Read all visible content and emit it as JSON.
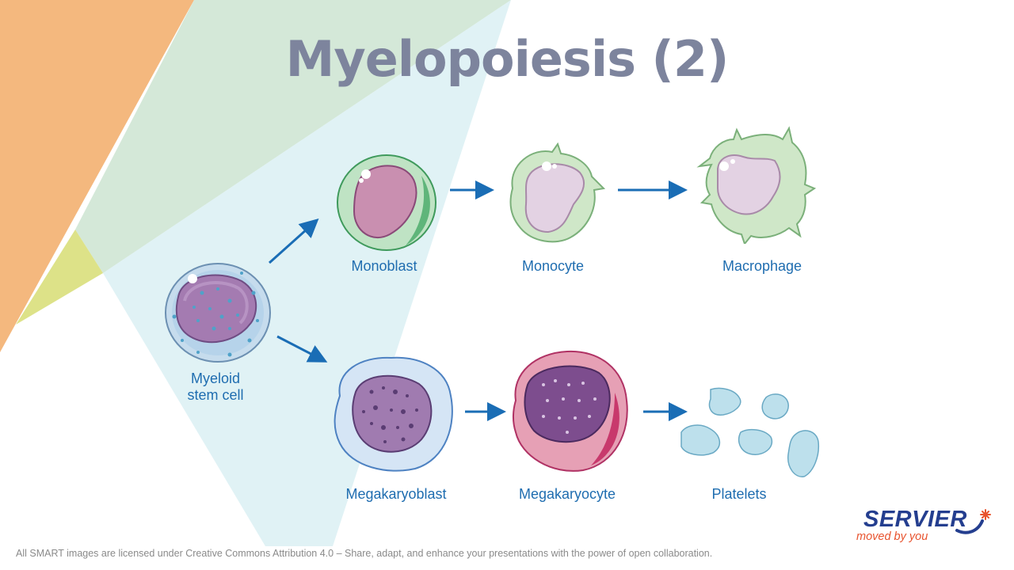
{
  "title": "Myelopoiesis (2)",
  "cells": {
    "myeloid_line1": "Myeloid",
    "myeloid_line2": "stem cell",
    "monoblast": "Monoblast",
    "monocyte": "Monocyte",
    "macrophage": "Macrophage",
    "megakaryoblast": "Megakaryoblast",
    "megakaryocyte": "Megakaryocyte",
    "platelets": "Platelets"
  },
  "footer": "All SMART images are licensed under Creative Commons Attribution 4.0 – Share, adapt, and enhance your presentations with the power of open collaboration.",
  "logo": {
    "name": "SERVIER",
    "tagline": "moved by you"
  },
  "colors": {
    "title": "#7d849d",
    "label": "#1f6db0",
    "arrow": "#1a6db5",
    "logo_blue": "#243e8f",
    "logo_orange": "#e8532e",
    "footer": "#8a8a8a"
  }
}
